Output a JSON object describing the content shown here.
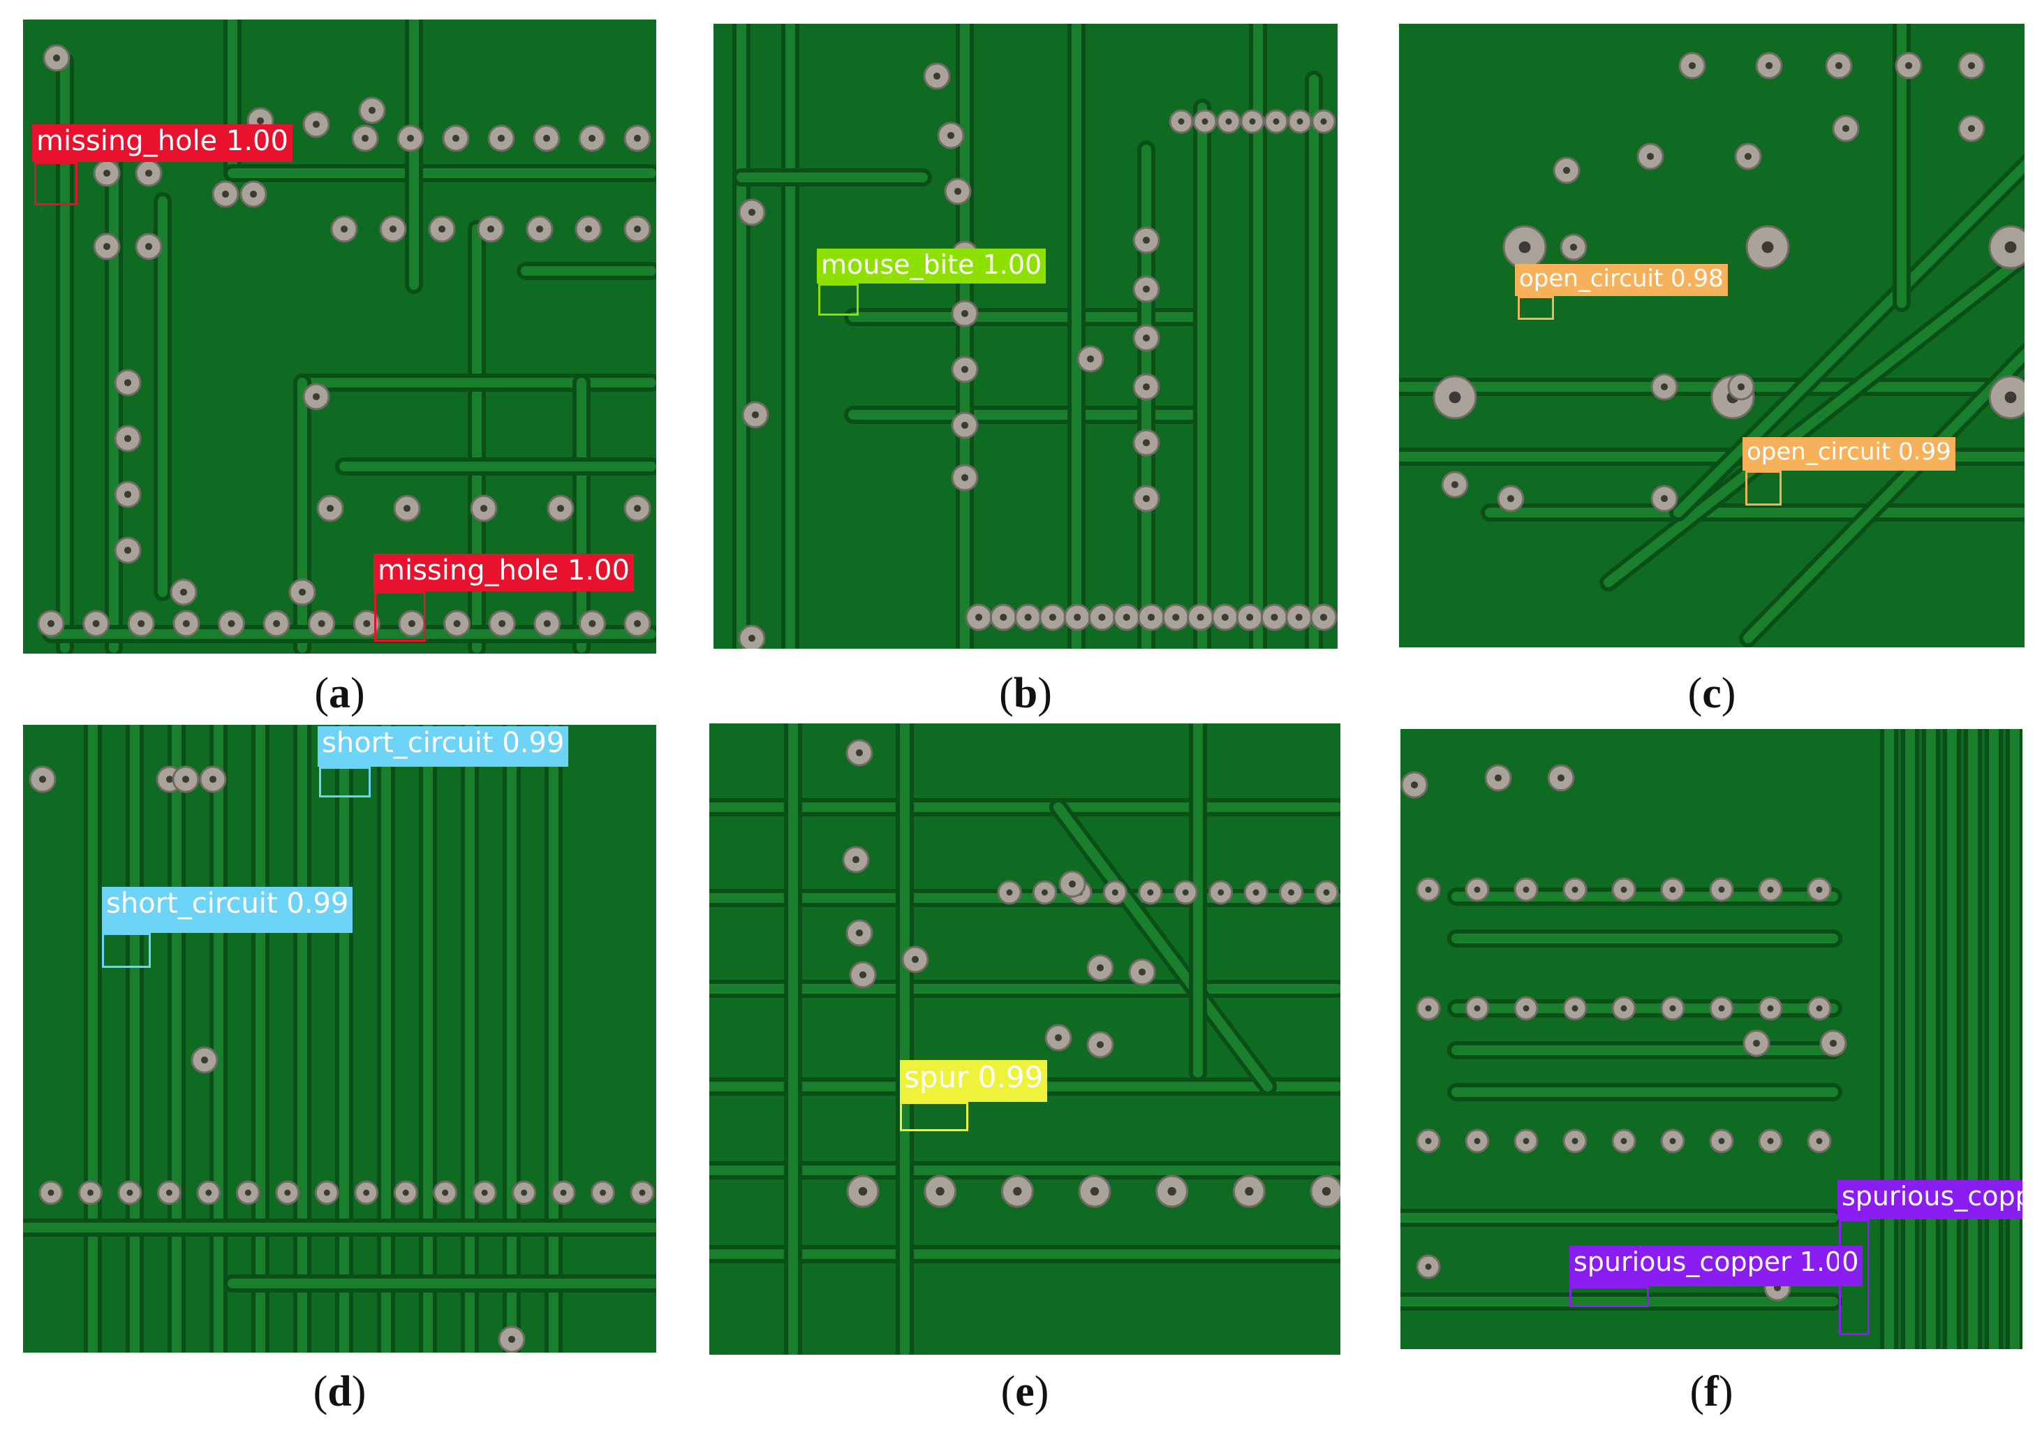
{
  "colors": {
    "board": "#0f6b22",
    "board_dark": "#0a4f18",
    "trace": "#1a7f2c",
    "pad": "#a9a39a",
    "pad_ring": "#6f6a62",
    "hole": "#3b3a36",
    "missing_hole": "#e8112e",
    "mouse_bite": "#8ee000",
    "open_circuit": "#f6b15a",
    "short_circuit": "#6dd4f7",
    "spur": "#eef23a",
    "spurious_copper": "#8a1df2"
  },
  "panels": [
    {
      "id": "a",
      "caption_open": "(",
      "caption_letter": "a",
      "caption_close": ")",
      "detections": [
        {
          "label": "missing_hole 1.00",
          "color_key": "missing_hole"
        },
        {
          "label": "missing_hole 1.00",
          "color_key": "missing_hole"
        }
      ]
    },
    {
      "id": "b",
      "caption_open": "(",
      "caption_letter": "b",
      "caption_close": ")",
      "detections": [
        {
          "label": "mouse_bite 1.00",
          "color_key": "mouse_bite"
        }
      ]
    },
    {
      "id": "c",
      "caption_open": "(",
      "caption_letter": "c",
      "caption_close": ")",
      "detections": [
        {
          "label": "open_circuit 0.98",
          "color_key": "open_circuit"
        },
        {
          "label": "open_circuit 0.99",
          "color_key": "open_circuit"
        }
      ]
    },
    {
      "id": "d",
      "caption_open": "(",
      "caption_letter": "d",
      "caption_close": ")",
      "detections": [
        {
          "label": "short_circuit 0.99",
          "color_key": "short_circuit"
        },
        {
          "label": "short_circuit 0.99",
          "color_key": "short_circuit"
        }
      ]
    },
    {
      "id": "e",
      "caption_open": "(",
      "caption_letter": "e",
      "caption_close": ")",
      "detections": [
        {
          "label": "spur 0.99",
          "color_key": "spur"
        }
      ]
    },
    {
      "id": "f",
      "caption_open": "(",
      "caption_letter": "f",
      "caption_close": ")",
      "detections": [
        {
          "label": "spurious_copper 1.00",
          "color_key": "spurious_copper"
        },
        {
          "label": "spurious_coppe",
          "color_key": "spurious_copper"
        }
      ]
    }
  ]
}
